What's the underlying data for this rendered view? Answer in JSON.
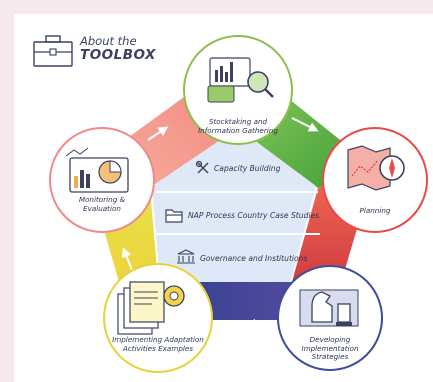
{
  "header": {
    "line1": "About the",
    "line2": "TOOLBOX",
    "icon": "toolbox-icon"
  },
  "cycle": {
    "nodes": [
      {
        "label": "Stocktaking and Information Gathering",
        "icon": "charts-magnifier-icon",
        "ring_color": "#8dbf4e"
      },
      {
        "label": "Planning",
        "icon": "map-compass-icon",
        "ring_color": "#e84a4a"
      },
      {
        "label": "Developing Implementation Strategies",
        "icon": "chess-pieces-icon",
        "ring_color": "#3f4e9a"
      },
      {
        "label": "Implementing Adaptation Activities Examples",
        "icon": "documents-gear-icon",
        "ring_color": "#e7d23a"
      },
      {
        "label": "Monitoring & Evaluation",
        "icon": "monitor-charts-icon",
        "ring_color": "#f08a8a"
      }
    ],
    "band_colors": [
      "#5aa83c",
      "#e04a48",
      "#3a4a98",
      "#e8d43a",
      "#f39a9a"
    ]
  },
  "center": {
    "items": [
      {
        "label": "Capacity Building",
        "icon": "tools-icon"
      },
      {
        "label": "NAP Process Country Case Studies",
        "icon": "folder-icon"
      },
      {
        "label": "Governance and Institutions",
        "icon": "bank-building-icon"
      }
    ]
  },
  "colors": {
    "background": "#f6e9ec",
    "center_fill": "#dde7f5",
    "text": "#2f3654"
  }
}
